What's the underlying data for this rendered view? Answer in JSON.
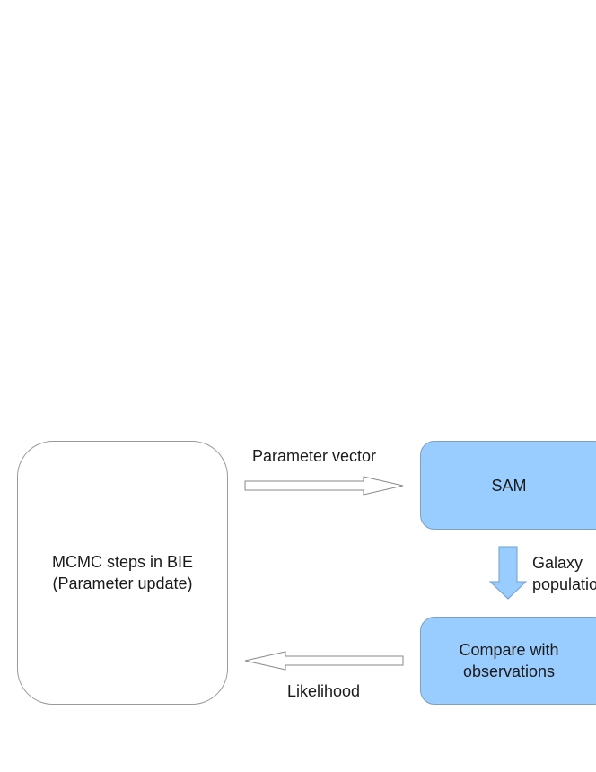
{
  "diagram": {
    "nodes": {
      "mcmc": {
        "text": "MCMC steps in BIE\n(Parameter update)"
      },
      "sam": {
        "text": "SAM"
      },
      "compare": {
        "text": "Compare with\nobservations"
      }
    },
    "edges": {
      "parameter_vector": {
        "label": "Parameter vector"
      },
      "galaxy_population": {
        "label": "Galaxy\npopulation"
      },
      "likelihood": {
        "label": "Likelihood"
      }
    },
    "colors": {
      "process_fill": "#99ccff",
      "process_border": "#7f9fbf",
      "arrow_fill": "#99ccff",
      "outline_gray": "#9a9a9a"
    }
  }
}
